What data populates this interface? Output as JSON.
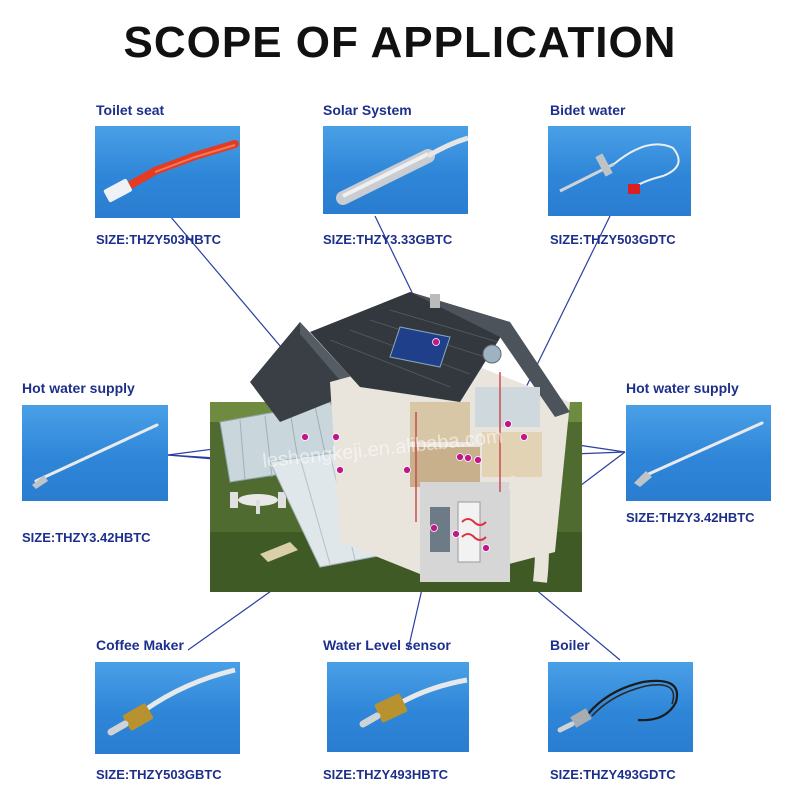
{
  "title": "SCOPE OF APPLICATION",
  "watermark": "leshengkeji.en.alibaba.com",
  "products": [
    {
      "label": "Toilet seat",
      "size": "SIZE:THZY503HBTC",
      "probe": "red-cable-probe-icon"
    },
    {
      "label": "Solar System",
      "size": "SIZE:THZY3.33GBTC",
      "probe": "steel-tube-probe-icon"
    },
    {
      "label": "Bidet water",
      "size": "SIZE:THZY503GDTC",
      "probe": "needle-probe-icon"
    },
    {
      "label": "Hot water supply",
      "size": "SIZE:THZY3.42HBTC",
      "probe": "long-needle-probe-icon"
    },
    {
      "label": "Hot water supply",
      "size": "SIZE:THZY3.42HBTC",
      "probe": "long-needle-probe-icon"
    },
    {
      "label": "Coffee Maker",
      "size": "SIZE:THZY503GBTC",
      "probe": "threaded-brass-probe-icon"
    },
    {
      "label": "Water Level sensor",
      "size": "SIZE:THZY493HBTC",
      "probe": "threaded-brass-probe-icon"
    },
    {
      "label": "Boiler",
      "size": "SIZE:THZY493GDTC",
      "probe": "coiled-cable-probe-icon"
    }
  ],
  "colors": {
    "label": "#1d2f8c",
    "panel": "#2f86d8",
    "connector": "#2b3fa0",
    "marker": "#c0168a"
  }
}
